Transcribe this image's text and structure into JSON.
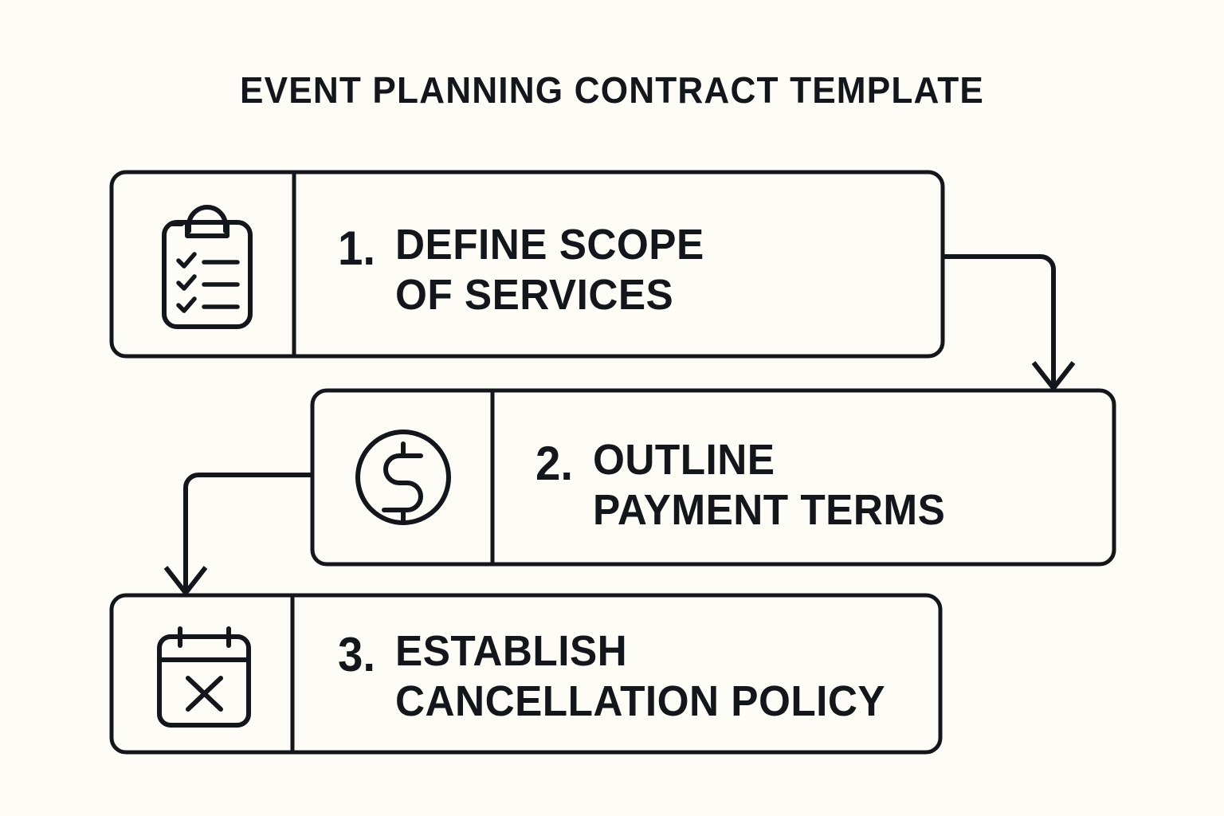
{
  "page": {
    "background_color": "#FDFCF6",
    "ink_color": "#13161a",
    "title": "EVENT PLANNING CONTRACT TEMPLATE"
  },
  "steps": [
    {
      "number": "1.",
      "icon": "clipboard-checklist-icon",
      "line1": "DEFINE SCOPE",
      "line2": "OF SERVICES"
    },
    {
      "number": "2.",
      "icon": "dollar-coin-icon",
      "line1": "OUTLINE",
      "line2": "PAYMENT TERMS"
    },
    {
      "number": "3.",
      "icon": "calendar-cancel-icon",
      "line1": "ESTABLISH",
      "line2": "CANCELLATION POLICY"
    }
  ],
  "connectors": [
    {
      "from": "step-1",
      "to": "step-2",
      "direction": "right-then-down"
    },
    {
      "from": "step-2",
      "to": "step-3",
      "direction": "left-then-down"
    }
  ]
}
